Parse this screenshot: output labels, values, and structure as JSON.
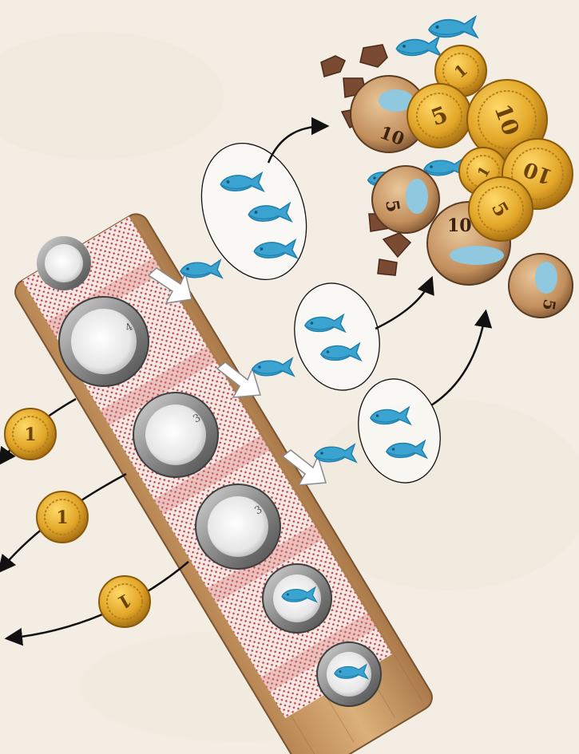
{
  "colors": {
    "background": "#f3ede3",
    "fish": "#3aa3d0",
    "fish_dark": "#1f7fae",
    "coin_gold": "#e2a628",
    "coin_gold_dark": "#a8700f",
    "wood_token": "#c8966a",
    "cookie": "#7a4a33",
    "board_wood": "#cfa06b",
    "cloth_red": "#b8383c",
    "plate_rim": "#9a9a9a",
    "arrow": "#111111"
  },
  "plates": [
    {
      "number": "4",
      "filled": false
    },
    {
      "number": "3",
      "filled": false
    },
    {
      "number": "3",
      "filled": false
    },
    {
      "number": "",
      "filled": true
    },
    {
      "number": "",
      "filled": true
    }
  ],
  "bubbles": [
    {
      "fish_count": 3
    },
    {
      "fish_count": 2
    },
    {
      "fish_count": 2
    }
  ],
  "left_coins": [
    "1",
    "1",
    "1"
  ],
  "pile": {
    "gold_coins": [
      "1",
      "5",
      "10",
      "1",
      "10",
      "5"
    ],
    "wood_tokens": [
      "10",
      "5",
      "10",
      "5"
    ]
  }
}
